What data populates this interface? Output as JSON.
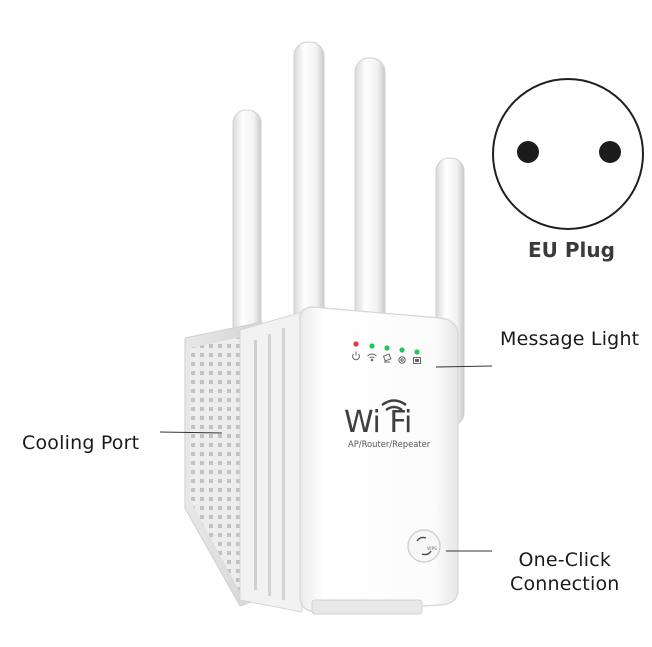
{
  "device": {
    "logo_text": "Wi Fi",
    "logo_subtitle": "AP/Router/Repeater",
    "wps_label": "WPS"
  },
  "callouts": {
    "message_light": "Message Light",
    "cooling_port": "Cooling Port",
    "one_click_line1": "One-Click",
    "one_click_line2": "Connection"
  },
  "plug": {
    "label": "EU Plug"
  },
  "colors": {
    "power_led": "#e53935",
    "status_led": "#22c55e",
    "body": "#f7f7f7",
    "text": "#1a1a1a"
  },
  "icons": [
    "power-icon",
    "wifi-icon",
    "satellite-icon",
    "gear-icon",
    "lan-icon",
    "wps-button-icon"
  ]
}
